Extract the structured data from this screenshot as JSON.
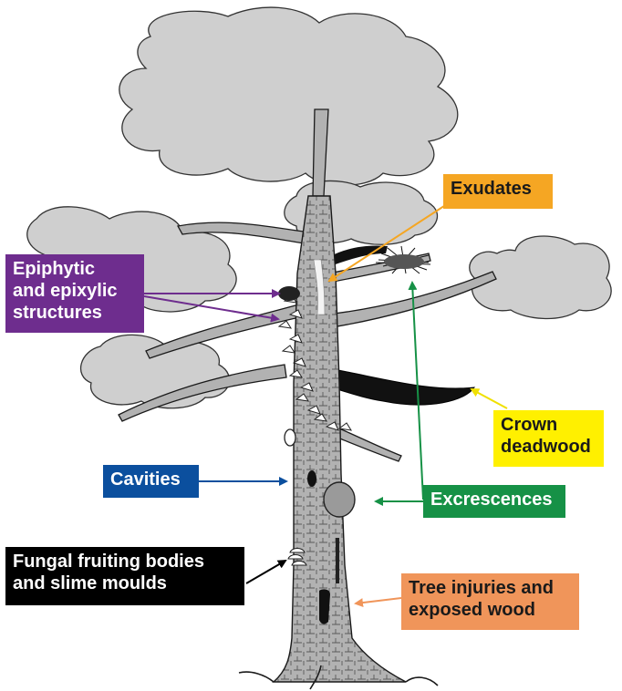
{
  "colors": {
    "foliage": "#cfcfcf",
    "trunk": "#b2b2b2",
    "outline": "#1a1a1a",
    "deadwood": "#111111"
  },
  "labels": {
    "exudates": {
      "lines": [
        "Exudates"
      ],
      "bg": "#f5a623",
      "fg": "#1a1a1a",
      "arrow": "#f5a623"
    },
    "epiphytic": {
      "lines": [
        "Epiphytic",
        "and epixylic",
        "structures"
      ],
      "bg": "#6e2d8e",
      "fg": "#ffffff",
      "arrow": "#6e2d8e"
    },
    "crown": {
      "lines": [
        "Crown",
        "deadwood"
      ],
      "bg": "#fff000",
      "fg": "#1a1a1a",
      "arrow": "#f0e000"
    },
    "cavities": {
      "lines": [
        "Cavities"
      ],
      "bg": "#0b4f9e",
      "fg": "#ffffff",
      "arrow": "#0b4f9e"
    },
    "excrescences": {
      "lines": [
        "Excrescences"
      ],
      "bg": "#169146",
      "fg": "#ffffff",
      "arrow": "#169146"
    },
    "fungal": {
      "lines": [
        "Fungal fruiting bodies",
        "and slime moulds"
      ],
      "bg": "#000000",
      "fg": "#ffffff",
      "arrow": "#000000"
    },
    "injuries": {
      "lines": [
        "Tree injuries and",
        "exposed wood"
      ],
      "bg": "#f0955a",
      "fg": "#1a1a1a",
      "arrow": "#f0955a"
    }
  }
}
